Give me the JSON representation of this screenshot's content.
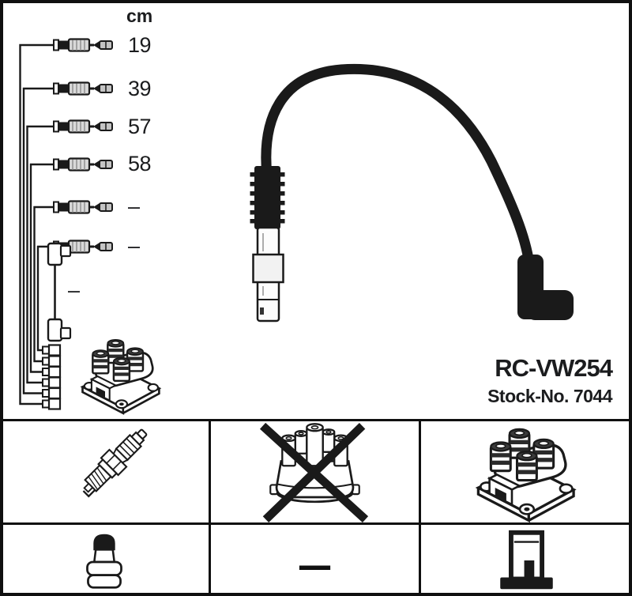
{
  "colors": {
    "ink": "#1a1a1a",
    "paper": "#ffffff"
  },
  "product": {
    "code": "RC-VW254",
    "stock_no": "Stock-No. 7044"
  },
  "length_table": {
    "unit_header": "cm",
    "rows": [
      {
        "name": "ignition-cable-1",
        "length": "19"
      },
      {
        "name": "ignition-cable-2",
        "length": "39"
      },
      {
        "name": "ignition-cable-3",
        "length": "57"
      },
      {
        "name": "ignition-cable-4",
        "length": "58"
      },
      {
        "name": "ignition-cable-5",
        "length": "–"
      },
      {
        "name": "ignition-cable-6",
        "length": "–"
      },
      {
        "name": "coil-link-cable",
        "length": "–"
      }
    ]
  },
  "legend": {
    "cells": [
      {
        "icon": "spark-plug-icon"
      },
      {
        "icon": "distributor-cap-crossed-icon"
      },
      {
        "icon": "ignition-coil-icon"
      },
      {
        "icon": "terminal-nut-icon"
      },
      {
        "icon": "dash-mark",
        "label": "—"
      },
      {
        "icon": "coil-tower-connector-icon"
      }
    ]
  }
}
